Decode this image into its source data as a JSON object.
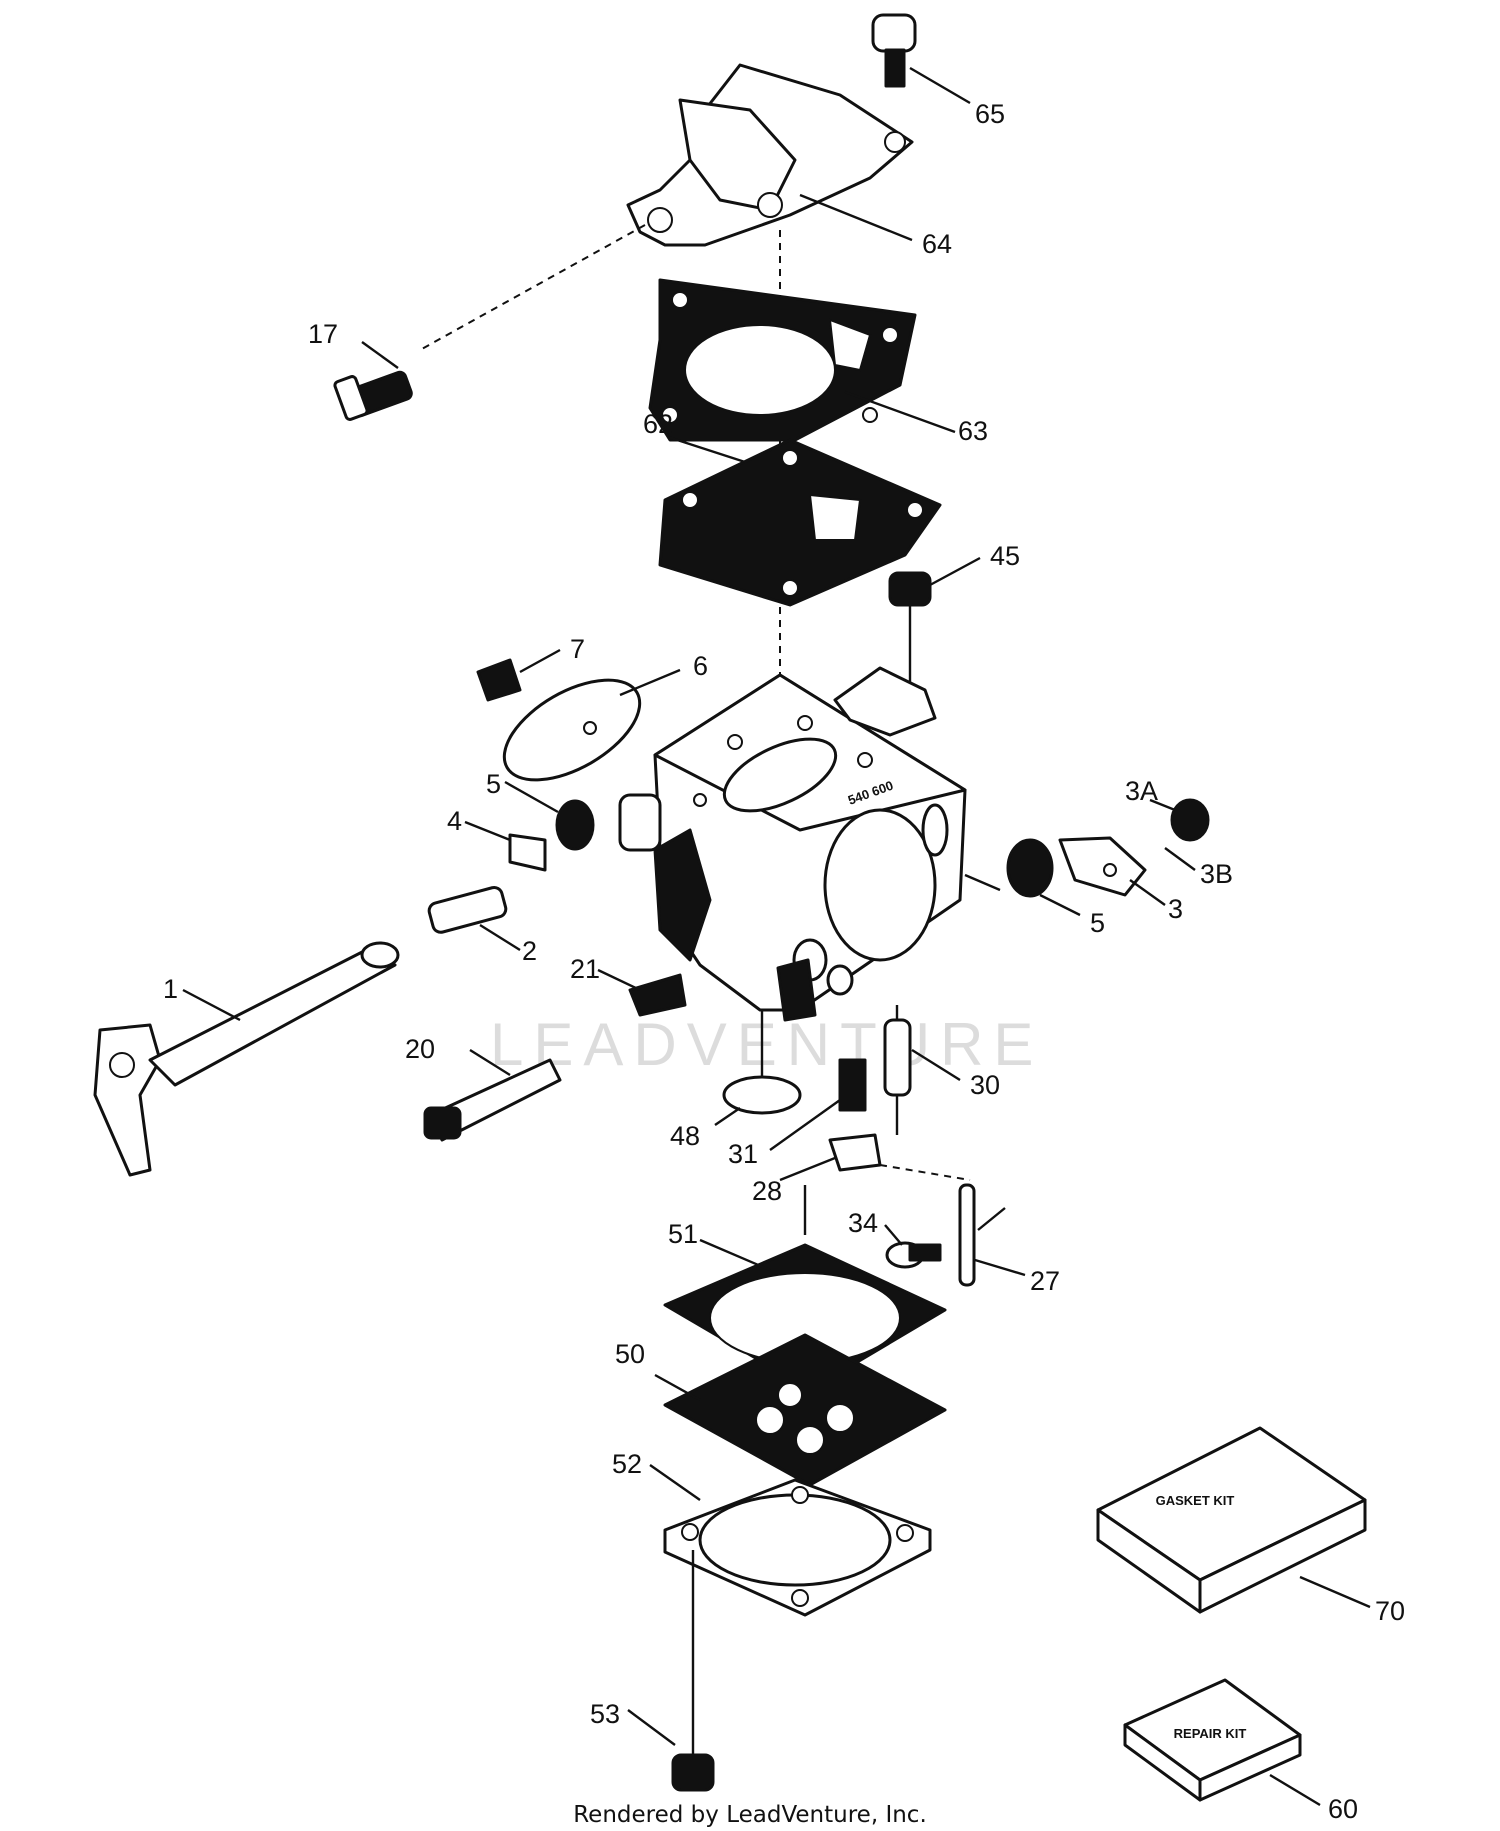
{
  "diagram": {
    "watermark": "LEADVENTURE",
    "footer": "Rendered by LeadVenture, Inc.",
    "gasket_kit_label": "GASKET KIT",
    "repair_kit_label": "REPAIR KIT",
    "body_stamp": "540 600",
    "callouts": {
      "c65": "65",
      "c64": "64",
      "c17": "17",
      "c63": "63",
      "c62": "62",
      "c45": "45",
      "c7": "7",
      "c6": "6",
      "c5a": "5",
      "c4": "4",
      "c3A": "3A",
      "c3B": "3B",
      "c3": "3",
      "c5b": "5",
      "c2": "2",
      "c1": "1",
      "c21": "21",
      "c20": "20",
      "c30": "30",
      "c48": "48",
      "c31": "31",
      "c28": "28",
      "c34": "34",
      "c27": "27",
      "c51": "51",
      "c50": "50",
      "c52": "52",
      "c53": "53",
      "c70": "70",
      "c60": "60"
    }
  }
}
